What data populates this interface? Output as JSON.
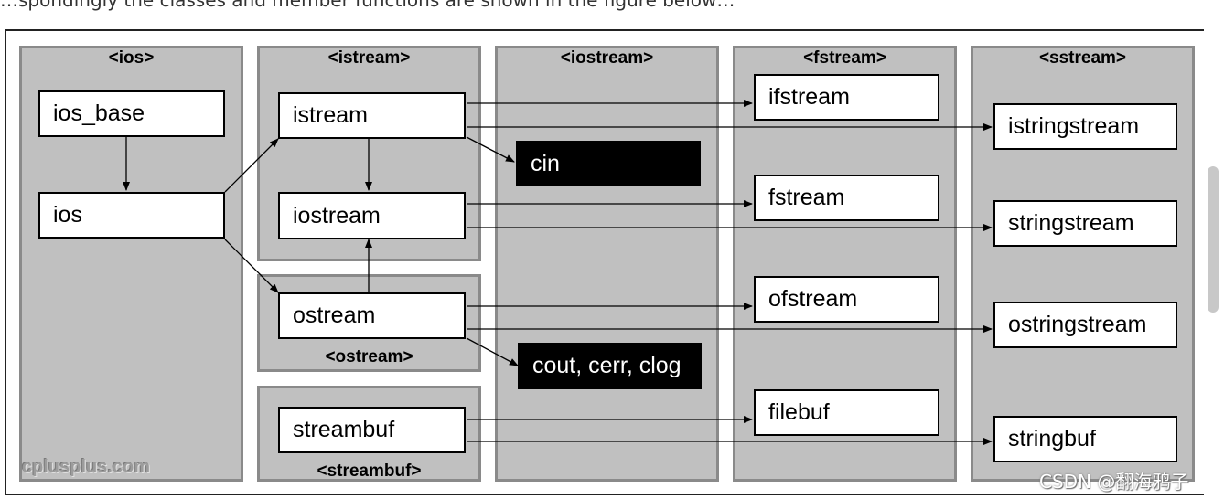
{
  "page": {
    "top_text": "…spondingly the classes and member functions are shown in the figure below…",
    "logo": "cplusplus.com",
    "watermark": "CSDN @翻海鸦子"
  },
  "diagram": {
    "headers": {
      "ios": "<ios>",
      "istream": "<istream>",
      "iostream": "<iostream>",
      "fstream": "<fstream>",
      "sstream": "<sstream>",
      "ostream": "<ostream>",
      "streambuf": "<streambuf>"
    },
    "nodes": {
      "ios_base": "ios_base",
      "ios": "ios",
      "istream": "istream",
      "iostream": "iostream",
      "ostream": "ostream",
      "streambuf": "streambuf",
      "cin": "cin",
      "cout": "cout, cerr, clog",
      "ifstream": "ifstream",
      "fstream": "fstream",
      "ofstream": "ofstream",
      "filebuf": "filebuf",
      "istringstream": "istringstream",
      "stringstream": "stringstream",
      "ostringstream": "ostringstream",
      "stringbuf": "stringbuf"
    },
    "edges": [
      [
        "ios_base",
        "ios"
      ],
      [
        "ios",
        "istream"
      ],
      [
        "ios",
        "ostream"
      ],
      [
        "istream",
        "iostream"
      ],
      [
        "ostream",
        "iostream"
      ],
      [
        "istream",
        "cin"
      ],
      [
        "ostream",
        "cout"
      ],
      [
        "istream",
        "ifstream"
      ],
      [
        "istream",
        "istringstream"
      ],
      [
        "iostream",
        "fstream"
      ],
      [
        "iostream",
        "stringstream"
      ],
      [
        "ostream",
        "ofstream"
      ],
      [
        "ostream",
        "ostringstream"
      ],
      [
        "streambuf",
        "filebuf"
      ],
      [
        "streambuf",
        "stringbuf"
      ]
    ],
    "colors": {
      "panel": "#c0c0c0",
      "panel_border": "#8a8a8a",
      "box": "#ffffff",
      "object_box": "#000000"
    }
  }
}
